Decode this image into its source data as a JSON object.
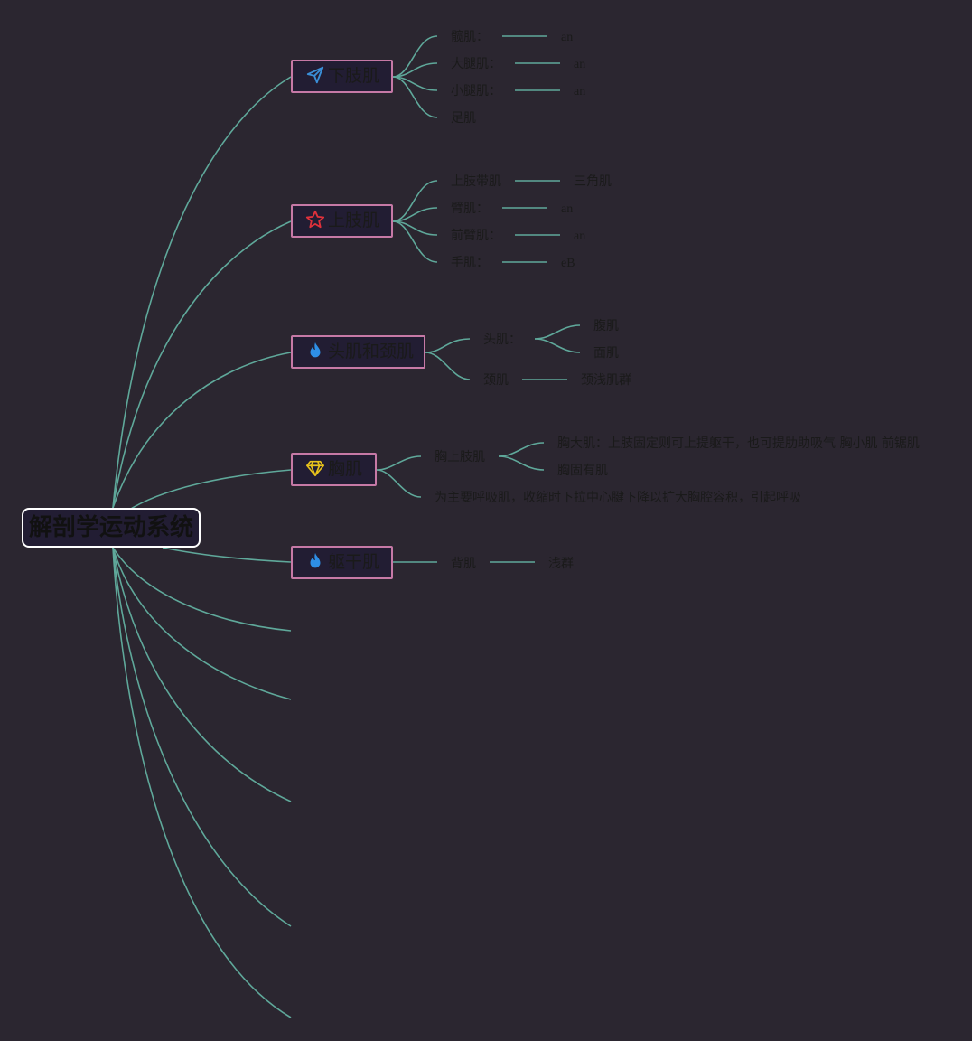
{
  "root": {
    "label": "解剖学运动系统"
  },
  "topics": [
    {
      "label": "下肢肌",
      "icon": "paper-plane-icon",
      "children": [
        {
          "label": "髋肌：",
          "note": "an"
        },
        {
          "label": "大腿肌：",
          "note": "an"
        },
        {
          "label": "小腿肌：",
          "note": "an"
        },
        {
          "label": "足肌"
        }
      ]
    },
    {
      "label": "上肢肌",
      "icon": "star-icon",
      "children": [
        {
          "label": "上肢带肌",
          "note": "三角肌"
        },
        {
          "label": "臂肌：",
          "note": "an"
        },
        {
          "label": "前臂肌：",
          "note": "an"
        },
        {
          "label": "手肌：",
          "note": "eB"
        }
      ]
    },
    {
      "label": "头肌和颈肌",
      "icon": "flame-icon",
      "children": [
        {
          "label": "头肌：",
          "subs": [
            "腹肌",
            "面肌"
          ]
        },
        {
          "label": "颈肌",
          "note": "颈浅肌群"
        }
      ]
    },
    {
      "label": "胸肌",
      "icon": "diamond-icon",
      "children": [
        {
          "label": "胸上肢肌",
          "subs": [
            "胸大肌：上肢固定则可上提躯干，也可提肋助吸气 胸小肌 前锯肌",
            "胸固有肌"
          ]
        },
        {
          "label": "为主要呼吸肌，收缩时下拉中心腱下降以扩大胸腔容积，引起呼吸"
        }
      ]
    },
    {
      "label": "躯干肌",
      "icon": "flame-icon",
      "children": [
        {
          "label": "背肌",
          "note": "浅群"
        }
      ]
    }
  ],
  "colors": {
    "background": "#2b2630",
    "edge": "#5fa89a",
    "topic_border": "#c679a6",
    "root_border": "#ffffff",
    "flame": "#2e8fe6",
    "star": "#e0313b",
    "diamond": "#e8c21c",
    "plane": "#3a8fd8"
  }
}
